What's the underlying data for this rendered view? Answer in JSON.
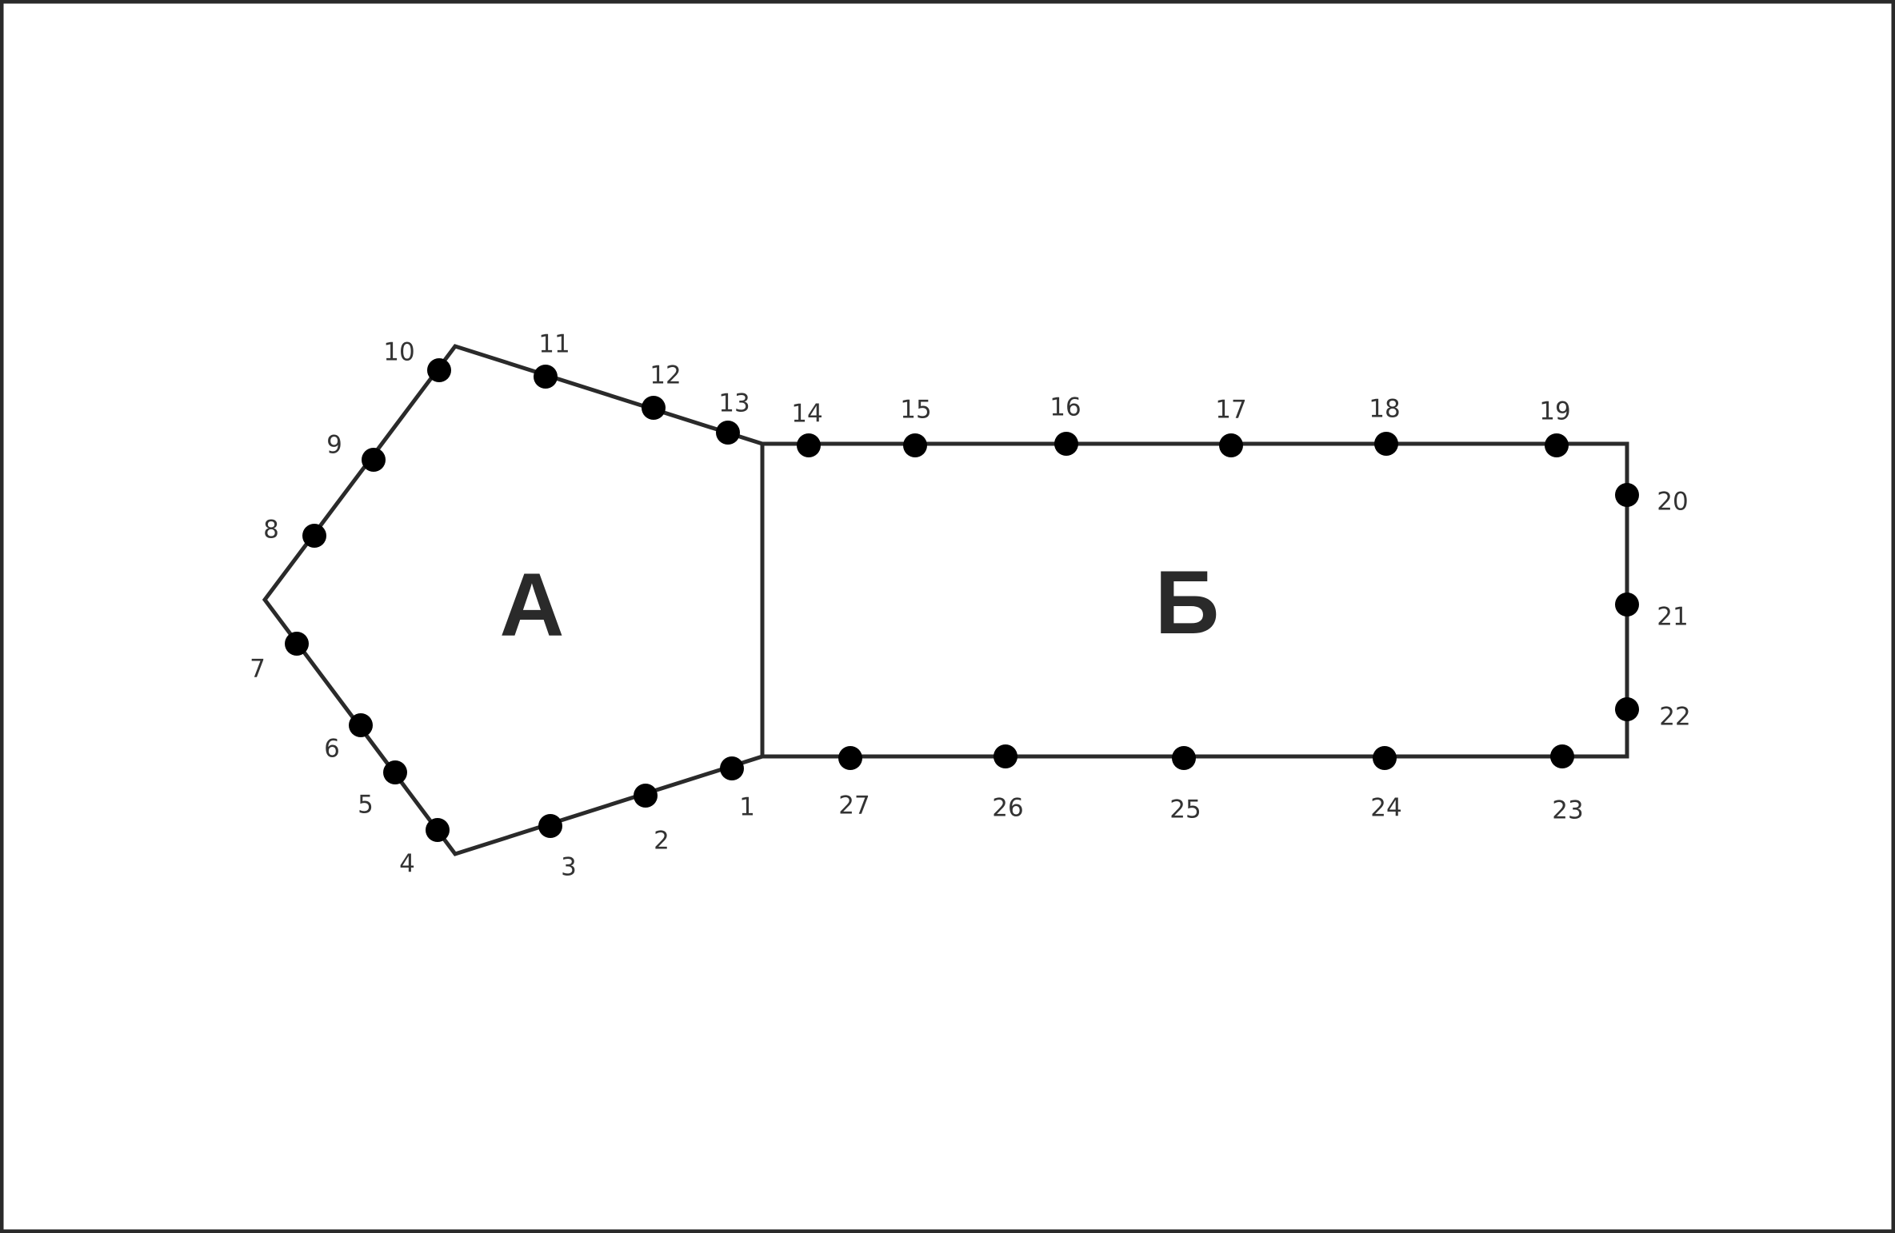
{
  "regions": [
    {
      "id": "A",
      "label": "А"
    },
    {
      "id": "B",
      "label": "Б"
    }
  ],
  "points": [
    "1",
    "2",
    "3",
    "4",
    "5",
    "6",
    "7",
    "8",
    "9",
    "10",
    "11",
    "12",
    "13",
    "14",
    "15",
    "16",
    "17",
    "18",
    "19",
    "20",
    "21",
    "22",
    "23",
    "24",
    "25",
    "26",
    "27"
  ],
  "colors": {
    "line": "#2a2a2a",
    "dot": "#000000",
    "text": "#333333",
    "background": "#ffffff"
  }
}
